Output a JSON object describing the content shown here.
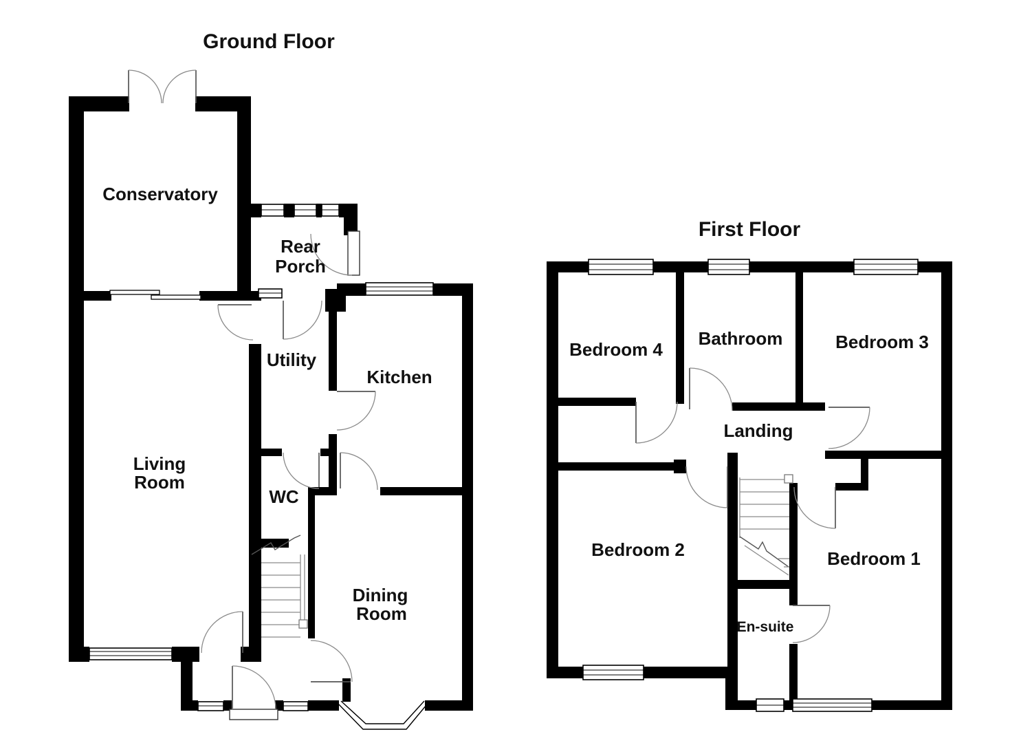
{
  "colors": {
    "background": "#ffffff",
    "wall": "#000000",
    "door_arc": "#8a8a8a",
    "text": "#111111"
  },
  "floors": {
    "ground": {
      "title": "Ground Floor",
      "labels": {
        "conservatory": "Conservatory",
        "rear_porch_1": "Rear",
        "rear_porch_2": "Porch",
        "utility": "Utility",
        "kitchen": "Kitchen",
        "wc": "WC",
        "living_1": "Living",
        "living_2": "Room",
        "dining_1": "Dining",
        "dining_2": "Room"
      }
    },
    "first": {
      "title": "First Floor",
      "labels": {
        "bedroom4": "Bedroom 4",
        "bathroom": "Bathroom",
        "bedroom3": "Bedroom 3",
        "landing": "Landing",
        "bedroom2": "Bedroom 2",
        "bedroom1": "Bedroom 1",
        "ensuite": "En-suite"
      }
    }
  }
}
